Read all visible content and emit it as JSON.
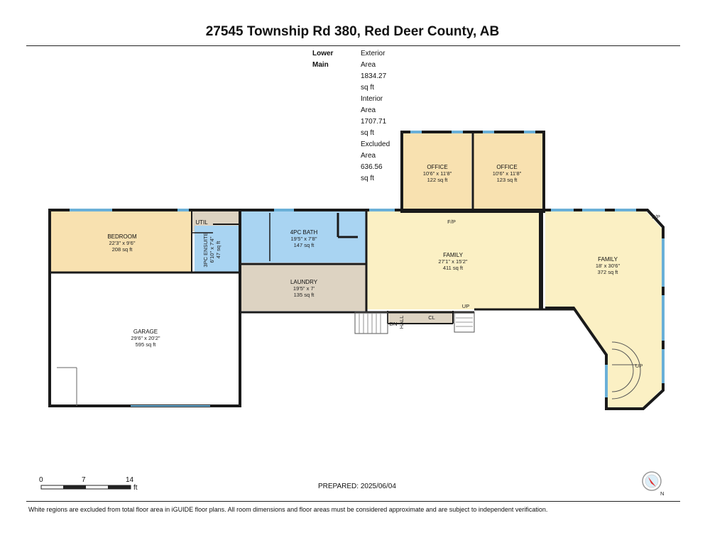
{
  "header": {
    "title": "27545 Township Rd 380, Red Deer County, AB"
  },
  "areas": {
    "level": "Lower Main",
    "exterior": "Exterior Area 1834.27 sq ft",
    "interior": "Interior Area 1707.71 sq ft",
    "excluded": "Excluded Area 636.56 sq ft"
  },
  "rooms": {
    "bedroom": {
      "name": "BEDROOM",
      "dims": "22'3\" x 9'6\"",
      "area": "208 sq ft"
    },
    "util": {
      "name": "UTIL"
    },
    "ensuite": {
      "name": "3PC ENSUITE",
      "dims": "6'10\" x 7'4\"",
      "area": "47 sq ft"
    },
    "bath": {
      "name": "4PC BATH",
      "dims": "19'5\" x 7'8\"",
      "area": "147 sq ft"
    },
    "laundry": {
      "name": "LAUNDRY",
      "dims": "19'5\" x 7'",
      "area": "135 sq ft"
    },
    "office1": {
      "name": "OFFICE",
      "dims": "10'6\" x 11'8\"",
      "area": "122 sq ft"
    },
    "office2": {
      "name": "OFFICE",
      "dims": "10'6\" x 11'8\"",
      "area": "123 sq ft"
    },
    "family1": {
      "name": "FAMILY",
      "dims": "27'1\" x 15'2\"",
      "area": "411 sq ft"
    },
    "family2": {
      "name": "FAMILY",
      "dims": "18' x 30'6\"",
      "area": "372 sq ft"
    },
    "garage": {
      "name": "GARAGE",
      "dims": "29'6\" x 20'2\"",
      "area": "595 sq ft"
    }
  },
  "annotations": {
    "fp1": "F/P",
    "fp2": "F/P",
    "dn": "DN",
    "hall": "HALL",
    "cl": "CL",
    "up1": "UP",
    "up2": "UP"
  },
  "scale": {
    "s0": "0",
    "s7": "7",
    "s14": "14",
    "unit": "ft"
  },
  "prepared": "PREPARED: 2025/06/04",
  "compass": {
    "north": "N"
  },
  "footer": "White regions are excluded from total floor area in iGUIDE floor plans. All room dimensions and floor areas must be considered approximate and are subject to independent verification.",
  "colors": {
    "bedroom": "#f8e1b0",
    "ensuite": "#a9d4f2",
    "bath": "#a9d4f2",
    "laundry": "#ddd3c2",
    "family": "#fbf0c4",
    "office": "#f8e1b0",
    "util": "#ddd3c2",
    "window": "#6ab0d8",
    "wall": "#1a1a1a"
  }
}
